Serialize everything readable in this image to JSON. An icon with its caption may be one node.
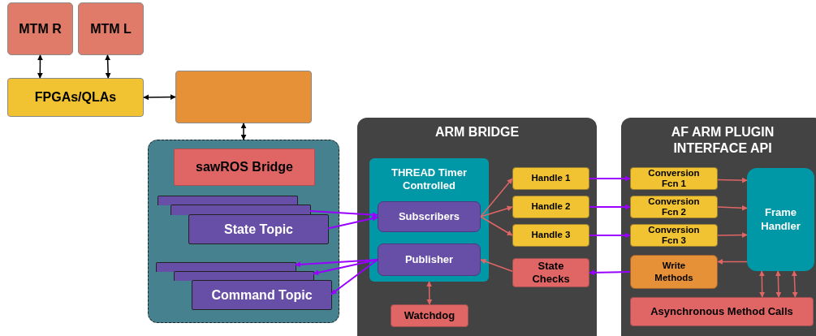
{
  "diagram": {
    "nodes": [
      {
        "text": [
          "MTM R"
        ]
      },
      {
        "text": [
          "MTM L"
        ]
      },
      {
        "text": [
          "FPGAs/QLAs"
        ]
      },
      {
        "text": [],
        "shape": "box"
      },
      {
        "text": [],
        "shape": "box"
      },
      {
        "text": [
          "sawROS Bridge"
        ],
        "in": 4
      },
      {
        "text": [],
        "shape": "box",
        "in": 4
      },
      {
        "text": [],
        "shape": "box",
        "in": 4
      },
      {
        "text": [
          "State Topic"
        ],
        "in": 4
      },
      {
        "text": [],
        "shape": "box",
        "in": 4
      },
      {
        "text": [],
        "shape": "box",
        "in": 4
      },
      {
        "text": [
          "Command Topic"
        ],
        "in": 4
      },
      {
        "text": [
          "ARM BRIDGE"
        ]
      },
      {
        "text": [
          "THREAD Timer Controlled"
        ],
        "in": 12
      },
      {
        "text": [
          "Subscribers"
        ],
        "in": 13
      },
      {
        "text": [
          "Publisher"
        ],
        "in": 13
      },
      {
        "text": [
          "Watchdog"
        ],
        "in": 12
      },
      {
        "text": [
          "Handle 1"
        ],
        "in": 12
      },
      {
        "text": [
          "Handle 2"
        ],
        "in": 12
      },
      {
        "text": [
          "Handle 3"
        ],
        "in": 12
      },
      {
        "text": [
          "State Checks"
        ],
        "in": 12
      },
      {
        "text": [
          "AF ARM PLUGIN INTERFACE API"
        ]
      },
      {
        "text": [
          "Conversion Fcn 1"
        ],
        "in": 21
      },
      {
        "text": [
          "Conversion Fcn 2"
        ],
        "in": 21
      },
      {
        "text": [
          "Conversion Fcn 3"
        ],
        "in": 21
      },
      {
        "text": [
          "Write Methods"
        ],
        "in": 21
      },
      {
        "text": [
          "Frame Handler"
        ],
        "in": 21
      },
      {
        "text": [
          "Asynchronous Method Calls"
        ],
        "in": 21
      }
    ],
    "edges": [
      {
        "from": 0,
        "to": 2,
        "arrow": "both",
        "color": "#000000"
      },
      {
        "from": 1,
        "to": 2,
        "arrow": "both",
        "color": "#000000"
      },
      {
        "from": 2,
        "to": 3,
        "arrow": "both",
        "color": "#000000"
      },
      {
        "from": 3,
        "to": 4,
        "arrow": "both",
        "color": "#000000"
      },
      {
        "from": 7,
        "to": 14,
        "arrow": "to",
        "color": "#9900ff"
      },
      {
        "from": 8,
        "to": 14,
        "arrow": "to",
        "color": "#9900ff"
      },
      {
        "from": 15,
        "to": 9,
        "arrow": "to",
        "color": "#9900ff"
      },
      {
        "from": 15,
        "to": 10,
        "arrow": "to",
        "color": "#9900ff"
      },
      {
        "from": 15,
        "to": 11,
        "arrow": "to",
        "color": "#9900ff"
      },
      {
        "from": 14,
        "to": 17,
        "arrow": "to"
      },
      {
        "from": 14,
        "to": 18,
        "arrow": "to"
      },
      {
        "from": 14,
        "to": 19,
        "arrow": "to"
      },
      {
        "from": 20,
        "to": 15,
        "arrow": "to"
      },
      {
        "from": 13,
        "to": 16,
        "arrow": "both"
      },
      {
        "from": 17,
        "to": 22,
        "arrow": "to",
        "color": "#9900ff"
      },
      {
        "from": 18,
        "to": 23,
        "arrow": "to",
        "color": "#9900ff"
      },
      {
        "from": 19,
        "to": 24,
        "arrow": "to",
        "color": "#9900ff"
      },
      {
        "from": 25,
        "to": 20,
        "arrow": "to",
        "color": "#9900ff"
      },
      {
        "from": 22,
        "to": 26,
        "arrow": "to"
      },
      {
        "from": 23,
        "to": 26,
        "arrow": "to"
      },
      {
        "from": 24,
        "to": 26,
        "arrow": "to"
      },
      {
        "from": 26,
        "to": 25,
        "arrow": "to"
      },
      {
        "from": 26,
        "to": 27,
        "arrow": "both"
      },
      {
        "from": 26,
        "to": 27,
        "arrow": "both"
      },
      {
        "from": 26,
        "to": 27,
        "arrow": "both"
      }
    ]
  }
}
